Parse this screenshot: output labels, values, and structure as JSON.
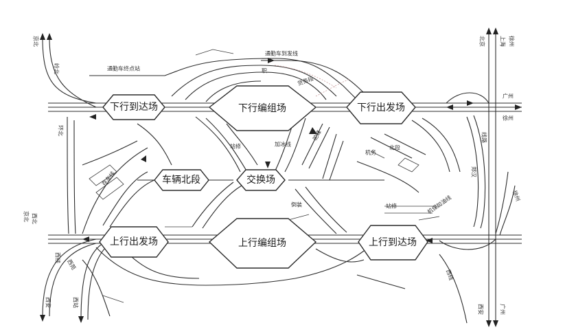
{
  "yards": {
    "down_arrival": "下行到达场",
    "down_marshalling": "下行编组场",
    "down_departure": "下行出发场",
    "transfer": "交换场",
    "depot_north": "车辆北段",
    "up_departure": "上行出发场",
    "up_marshalling": "上行编组场",
    "up_arrival": "上行到达场"
  },
  "labels": {
    "commuter_terminal": "通勤车终点站",
    "commuter_arrival_line": "通勤车到发线",
    "freight_section": "货务段",
    "line_zhi": "职",
    "locomotive": "机务",
    "north_section": "北段",
    "station_repair": "站修",
    "ice_line": "加冰线",
    "hump": "驼峰",
    "car_repair_bottom": "站修",
    "mech_loco": "机保加油线",
    "inversion": "倒装",
    "yard_small": "存车线",
    "beijing_tl": "京北",
    "lingnan": "岭北",
    "ring_north": "环北",
    "beijing_l": "京北",
    "xibei": "西北",
    "xi_line": "西线",
    "xiyuan": "西苑",
    "xi_an": "西安",
    "xizhan": "西站",
    "guangzhou": "广州",
    "xuzhou": "徐州",
    "beijing_r": "北京",
    "shanghai": "上海",
    "xuzhou_r": "徐州",
    "xi_an_r": "西安",
    "xian_line": "西线",
    "guangzhou_r": "广州",
    "xuzhou_b": "徐州",
    "wuhan": "郑汉",
    "line_r": "线路"
  }
}
